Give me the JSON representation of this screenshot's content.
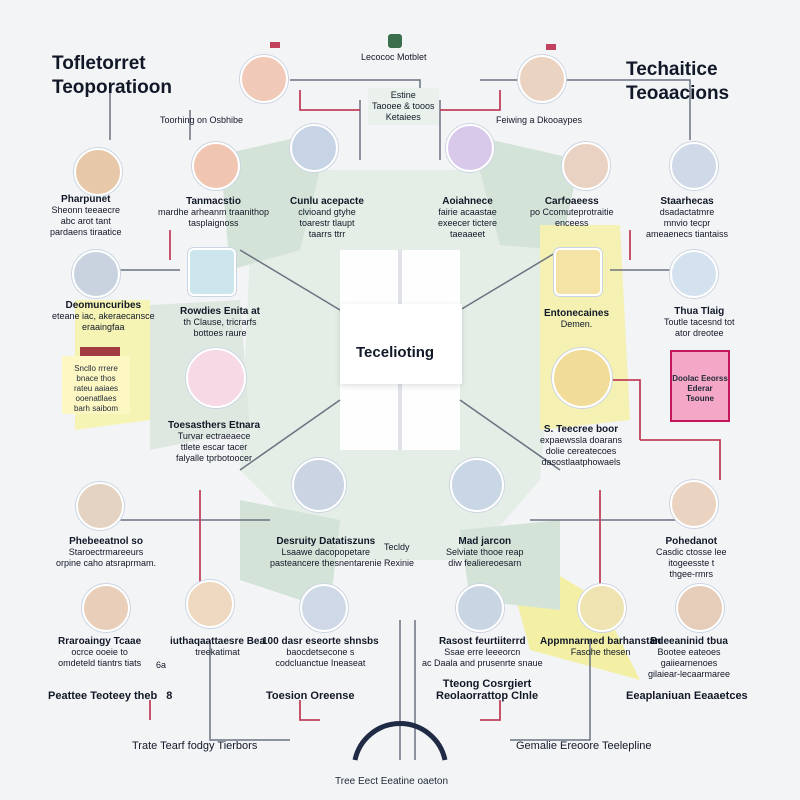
{
  "titles": {
    "left": [
      "Tofletorret",
      "Teoporatioon"
    ],
    "right": [
      "Techaitice",
      "Teoaacions"
    ],
    "top_center": "Lecococ Motblet",
    "top_small_left": "Toorhing on Osbhibe",
    "top_small_right": "Feiwing a Dkooaypes",
    "top_center_box": [
      "Estine",
      "Taooee & tooos",
      "Ketaiees"
    ]
  },
  "center": {
    "title": "Tecelioting"
  },
  "nodes": [
    {
      "id": "n1",
      "label": [
        "Pharpunet",
        "Sheonn teeaecre",
        "abc arot tant",
        "pardaens tiraatice"
      ],
      "color": "#e7c9a9"
    },
    {
      "id": "n2",
      "label": [
        "Tanmacstio",
        "mardhe arheanm traanithop",
        "tasplaignoss"
      ],
      "color": "#f0c5b2"
    },
    {
      "id": "n3",
      "label": [
        "Cunlu acepacte",
        "clvioand gtyhe",
        "toarestr tlaupt",
        "taarrs ttrr"
      ],
      "color": "#c7d4e6"
    },
    {
      "id": "n4",
      "label": [
        "Aoiahnece",
        "fairie acaastae",
        "exeecer tictere",
        "taeaaeet"
      ],
      "color": "#d8c8ea"
    },
    {
      "id": "n5",
      "label": [
        "Carfoaeess",
        "po Ccomuteprotraitie",
        "enceess"
      ],
      "color": "#ead2c2"
    },
    {
      "id": "n6",
      "label": [
        "Staarhecas",
        "dsadactatmre",
        "mnvio tecpr",
        "ameaenecs tiantaiss"
      ],
      "color": "#cfd9e8"
    },
    {
      "id": "n7",
      "label": [
        "Deomuncuribes",
        "eteane iac, akeraecansce",
        "eraaingfaa"
      ],
      "color": "#c9d3e0"
    },
    {
      "id": "n8",
      "label": [
        "Rowdies Enita at",
        "th Clause, tricrarfs",
        "bottoes raure"
      ],
      "color": "#cde5ec"
    },
    {
      "id": "n9",
      "label": [
        "Entonecaines",
        "Demen."
      ],
      "color": "#f4e3a4"
    },
    {
      "id": "n10",
      "label": [
        "Thua Tlaig",
        "Toutle tacesnd tot",
        "ator dreotee"
      ],
      "color": "#d3e2ee"
    },
    {
      "id": "n11",
      "label": [
        "Toesasthers Etnara",
        "Turvar ectraeaece",
        "ttlete escar tacer",
        "falyalle tprbotoocer"
      ],
      "color": "#f7d9e5"
    },
    {
      "id": "n12",
      "label": [
        "S. Teecree boor",
        "expaewssla doarans",
        "dolie cereatecoes",
        "dasostlaatphowaels"
      ],
      "color": "#f2dc9a"
    },
    {
      "id": "n13",
      "label": [
        "Phebeeatnol so",
        "Staroectrmareeurs",
        "orpine caho atsraprmam."
      ],
      "color": "#e4d3c2"
    },
    {
      "id": "n14",
      "label": [
        "Desruity Datatiszuns",
        "Lsaawe dacopopetare",
        "pasteancere thesnentarenie"
      ],
      "color": "#cad4e2"
    },
    {
      "id": "n15",
      "label": [
        "Mad jarcon",
        "Selviate thooe reap",
        "diw fealiereoesarn"
      ],
      "color": "#c8d6e6"
    },
    {
      "id": "n16",
      "label": [
        "Pohedanot",
        "Casdic ctosse lee",
        "itogeesste t",
        "thgee-rmrs"
      ],
      "color": "#ead3c1"
    },
    {
      "id": "n17",
      "label": [
        "Rraroaingy Tcaae",
        "ocrce ooeie to",
        "omdeteld tiantrs tiats"
      ],
      "color": "#e9cfb9"
    },
    {
      "id": "n18",
      "label": [
        "iuthaqaattaesre Bea",
        "treekatimat"
      ],
      "color": "#eed8c0"
    },
    {
      "id": "n19",
      "label": [
        "100 dasr eseorte shnsbs",
        "baocdetsecone s",
        "codcluanctue Ineaseat"
      ],
      "color": "#cfd8e6"
    },
    {
      "id": "n20",
      "label": [
        "Rasost feurtiiterrd",
        "Ssae erre leeeorcn",
        "ac Daala and prusenrte snaue"
      ],
      "color": "#cad5e4"
    },
    {
      "id": "n21",
      "label": [
        "Appmnarmed barhanstan",
        "Fasohe thesen"
      ],
      "color": "#efe3b1"
    },
    {
      "id": "n22",
      "label": [
        "Bdeeaninid tbua",
        "Bootee eateoes",
        "gaiiearnenoes",
        "gilaiear-lecaarmaree"
      ],
      "color": "#e6cdb9"
    }
  ],
  "mini_texts": {
    "center_right": [
      "Tecldy",
      "Rexinie"
    ],
    "bottom_b": "6a",
    "right_card": [
      "Doolac Eeorss",
      "Ederar",
      "Tsoune"
    ],
    "left_card": [
      "Sncllo rrrere",
      "bnace thos",
      "rateu aaiaes",
      "ooenatllaes",
      "barh saibom"
    ]
  },
  "bottom_labels": {
    "l1": "Peattee Teoteey theb",
    "l1_suffix": "8",
    "l2": "Toesion Oreense",
    "l3": [
      "Tteong Cosrgiert",
      "Reolaorrattop Clnle"
    ],
    "l4": "Eeaplaniuan Eeaaetces",
    "l5": "Trate Tearf fodgy Tierbors",
    "l6": "Gemalie Ereoore Teelepline",
    "footer": "Tree Eect Eeatine oaeton"
  },
  "colors": {
    "connector_gray": "#6b7280",
    "connector_red": "#c2415c",
    "panel_green": "#c9dccd",
    "panel_yellow": "#f0ee9a",
    "arc_navy": "#1f2a44"
  }
}
